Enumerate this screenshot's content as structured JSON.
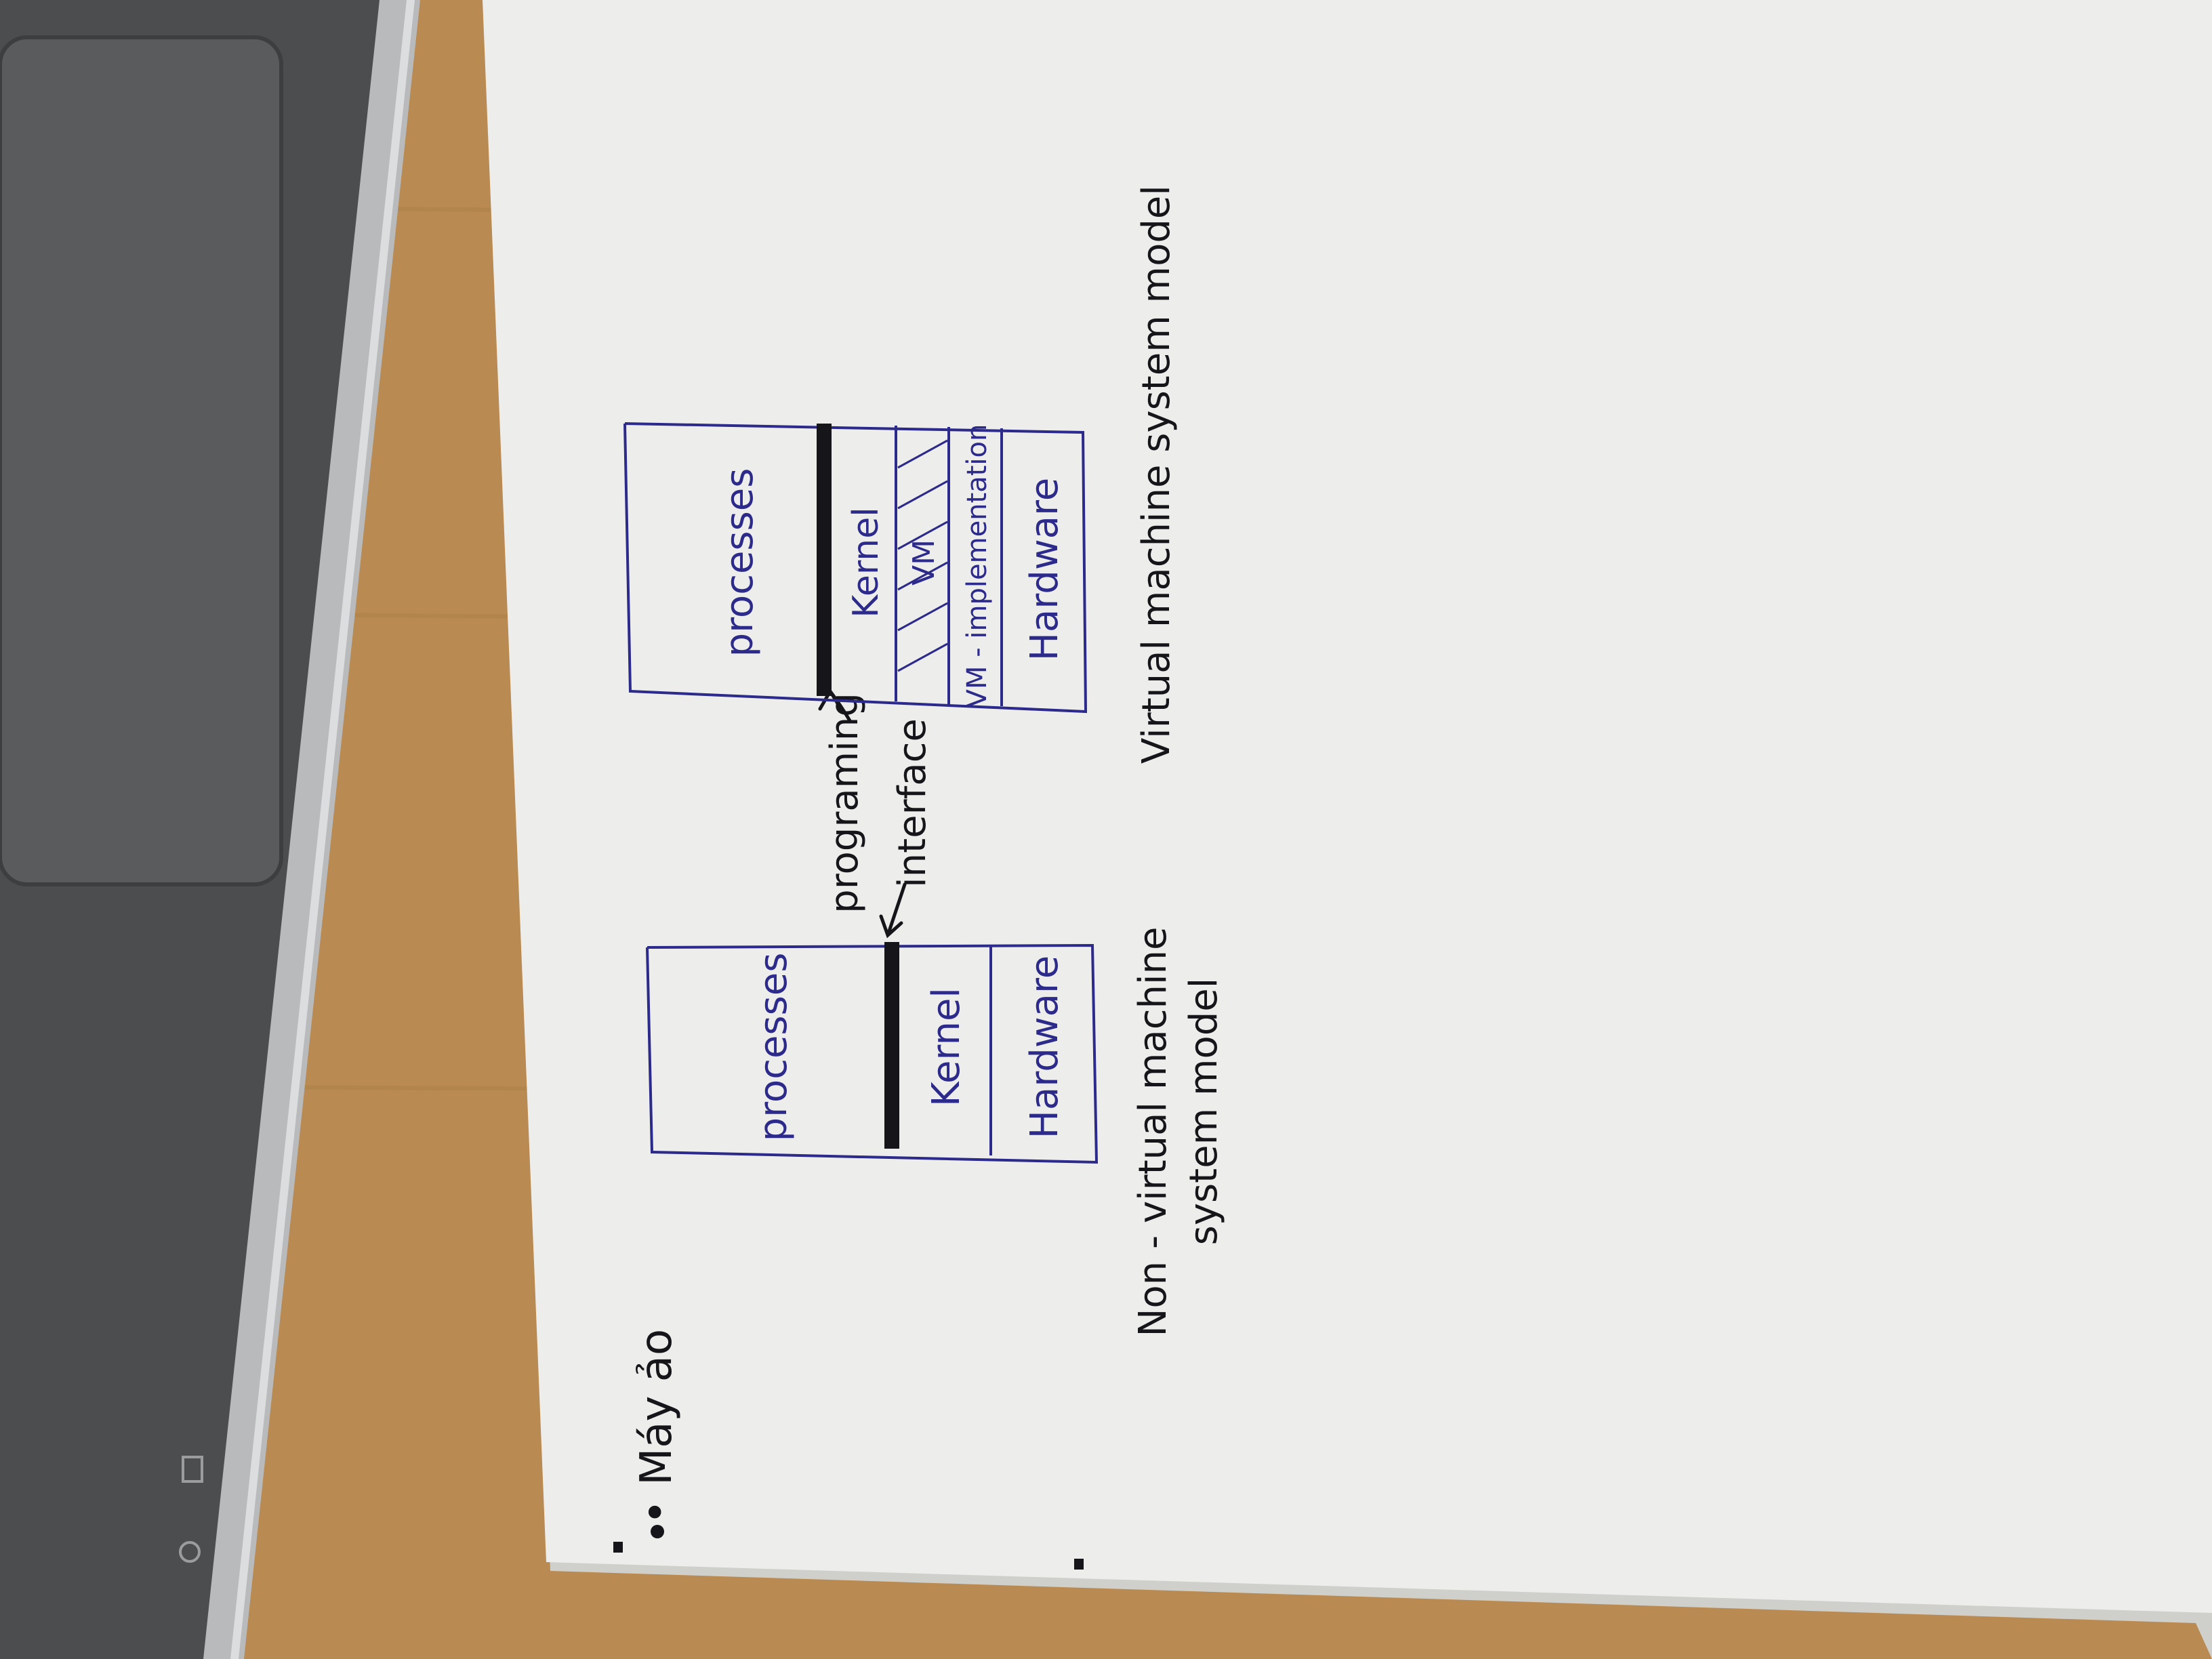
{
  "photo": {
    "colors": {
      "desk": "#b98a52",
      "desk_dark": "#9c6f3d",
      "laptop_body": "#4c4d4f",
      "laptop_edge": "#b9babc",
      "touchpad": "#5a5b5d",
      "paper": "#ededec",
      "paper_shadow": "#d9d9d6",
      "ink_blue": "#2c2a8a",
      "ink_black": "#16161a"
    },
    "notes": {
      "heading": "• Máy ảo",
      "left_diagram": {
        "processes": "processes",
        "kernel": "Kernel",
        "hardware": "Hardware",
        "caption_line1": "Non - virtual machine",
        "caption_line2": "system model"
      },
      "pointer_label_line1": "programing",
      "pointer_label_line2": "interface",
      "right_diagram": {
        "processes": "processes",
        "kernel": "Kernel",
        "vm_label": "VM",
        "vm_impl": "VM - implementation",
        "hardware": "Hardware",
        "caption": "Virtual machine system model"
      }
    }
  }
}
